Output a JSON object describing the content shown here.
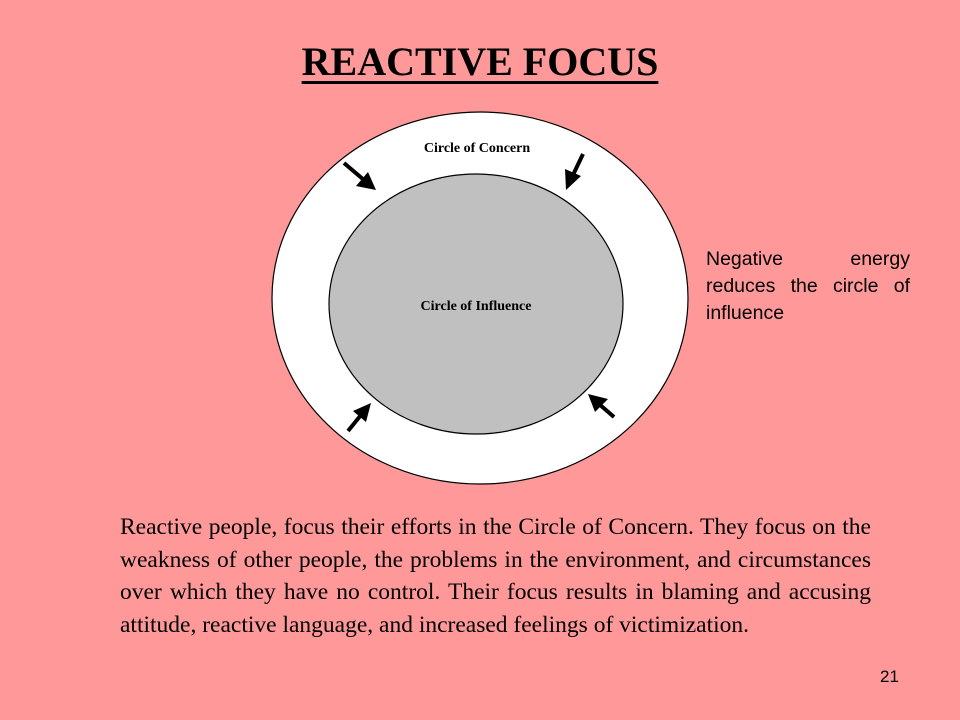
{
  "slide": {
    "title": "REACTIVE FOCUS",
    "page_number": "21"
  },
  "diagram": {
    "outer_label": "Circle of Concern",
    "inner_label": "Circle of Influence",
    "arrow_direction": "inward",
    "arrow_count": 4,
    "outer_fill": "#ffffff",
    "inner_fill": "#c0c0c0"
  },
  "side_note": "Negative energy reduces the circle of influence",
  "body_paragraph": "Reactive people, focus their efforts in the Circle of Concern. They focus on the weakness of other people, the problems in the environment, and circumstances over which they have no control. Their focus results in blaming and accusing attitude, reactive language, and increased feelings of victimization.",
  "colors": {
    "background": "#ff9999",
    "text": "#000000"
  }
}
